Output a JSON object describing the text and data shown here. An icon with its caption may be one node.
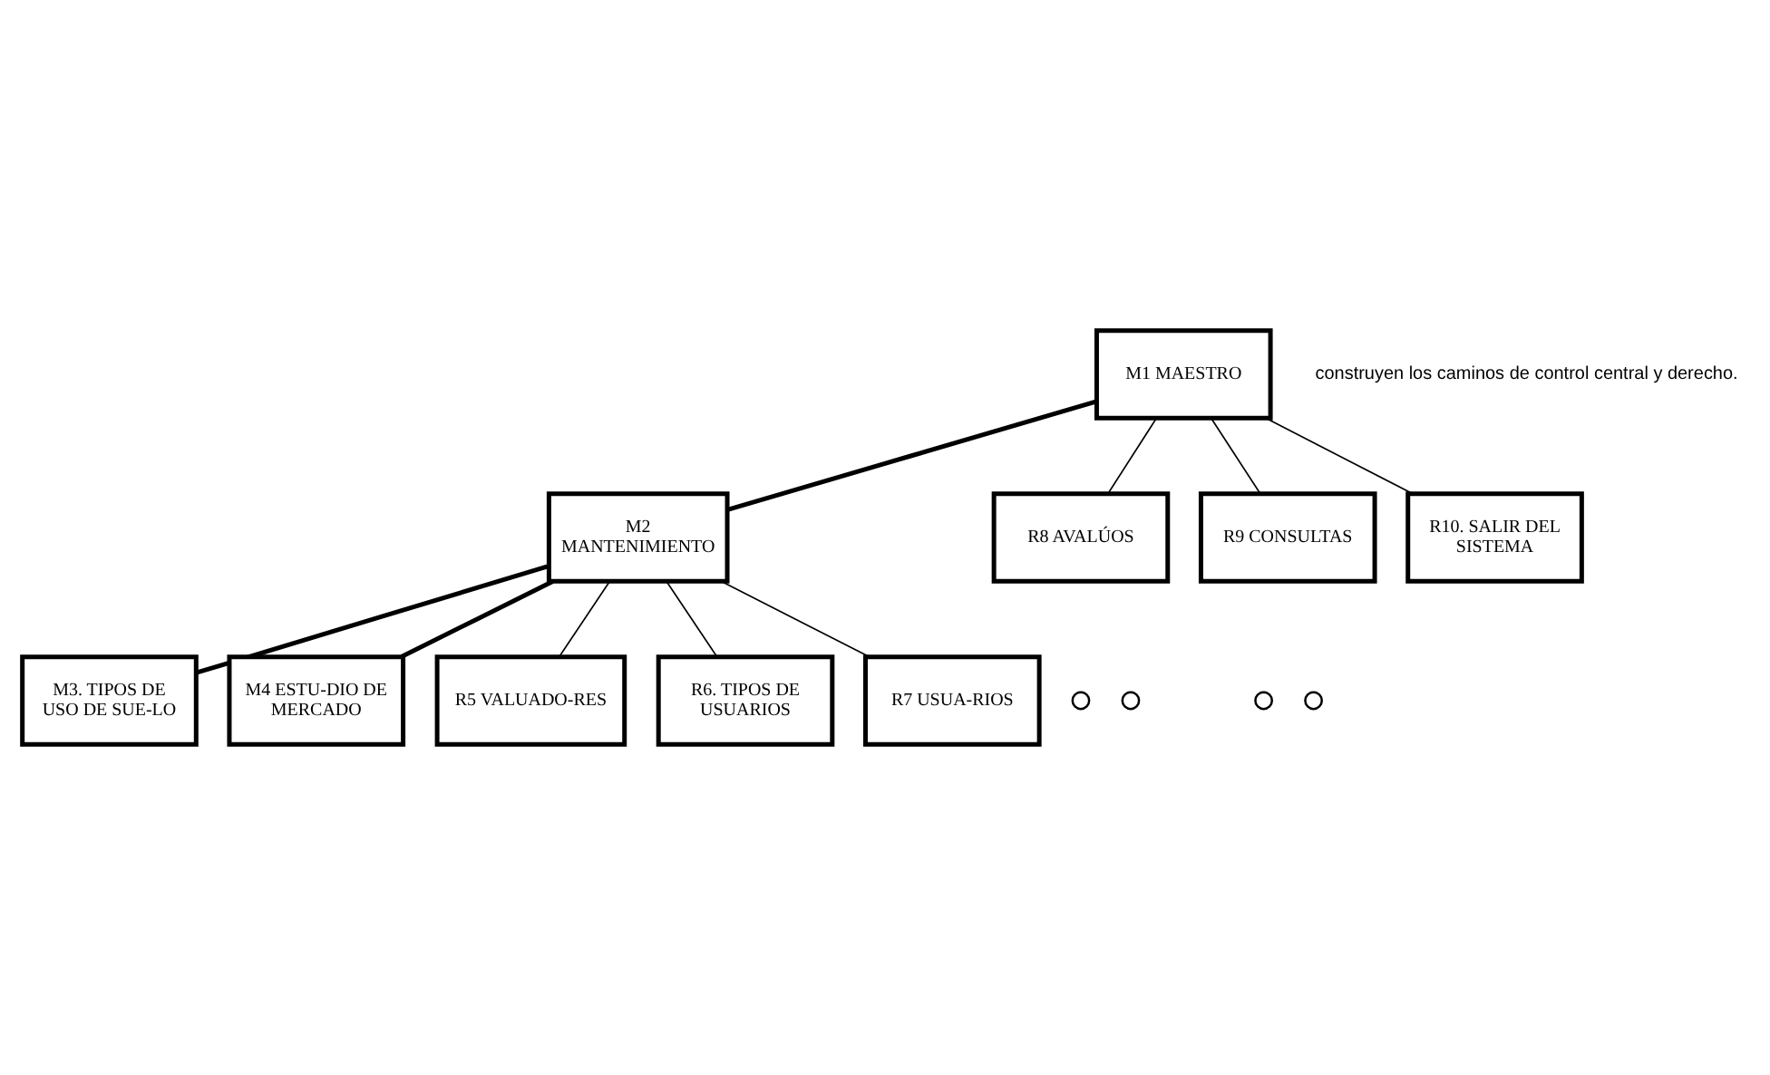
{
  "diagram": {
    "nodes": [
      {
        "text": [
          "M1 MAESTRO"
        ]
      },
      {
        "text": [
          "M2 MANTENIMIENTO"
        ]
      },
      {
        "text": [
          "R8 AVALÚOS"
        ]
      },
      {
        "text": [
          "R9 CONSULTAS"
        ]
      },
      {
        "text": [
          "R10. SALIR DEL SISTEMA"
        ]
      },
      {
        "text": [
          "M3. TIPOS DE USO DE SUE-LO"
        ]
      },
      {
        "text": [
          "M4 ESTU-DIO DE MERCADO"
        ]
      },
      {
        "text": [
          "R5 VALUADO-RES"
        ]
      },
      {
        "text": [
          "R6. TIPOS DE USUARIOS"
        ]
      },
      {
        "text": [
          "R7 USUA-RIOS"
        ]
      },
      {
        "text": [],
        "shape": "circle"
      },
      {
        "text": [],
        "shape": "circle"
      },
      {
        "text": [],
        "shape": "circle"
      },
      {
        "text": [],
        "shape": "circle"
      }
    ],
    "edges": [
      {
        "from": 0,
        "to": 1,
        "arrow": "none",
        "style": "thick"
      },
      {
        "from": 0,
        "to": 2,
        "arrow": "none"
      },
      {
        "from": 0,
        "to": 3,
        "arrow": "none"
      },
      {
        "from": 0,
        "to": 4,
        "arrow": "none"
      },
      {
        "from": 1,
        "to": 5,
        "arrow": "none",
        "style": "thick"
      },
      {
        "from": 1,
        "to": 6,
        "arrow": "none",
        "style": "thick"
      },
      {
        "from": 1,
        "to": 7,
        "arrow": "none"
      },
      {
        "from": 1,
        "to": 8,
        "arrow": "none"
      },
      {
        "from": 1,
        "to": 9,
        "arrow": "none"
      }
    ],
    "labels": [
      "construyen los caminos de control central y derecho."
    ]
  }
}
